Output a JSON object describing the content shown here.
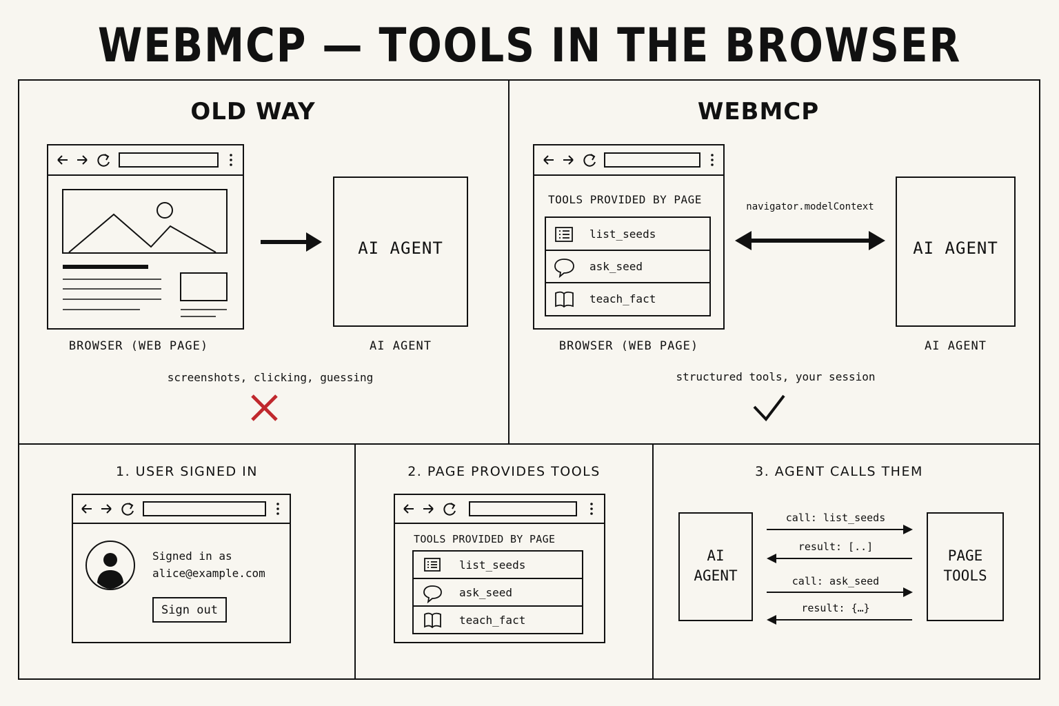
{
  "title": "WEBMCP — TOOLS IN THE BROWSER",
  "old_way": {
    "heading": "OLD WAY",
    "agent_box_label": "AI AGENT",
    "browser_caption": "BROWSER (WEB PAGE)",
    "agent_caption": "AI AGENT",
    "note": "screenshots, clicking, guessing",
    "verdict_icon": "cross-icon",
    "verdict_color": "#c0282d"
  },
  "webmcp": {
    "heading": "WEBMCP",
    "tools_heading": "TOOLS PROVIDED BY PAGE",
    "tools": [
      {
        "icon": "list-icon",
        "label": "list_seeds"
      },
      {
        "icon": "speech-bubble-icon",
        "label": "ask_seed"
      },
      {
        "icon": "book-icon",
        "label": "teach_fact"
      }
    ],
    "arrow_label": "navigator.modelContext",
    "agent_box_label": "AI AGENT",
    "browser_caption": "BROWSER (WEB PAGE)",
    "agent_caption": "AI AGENT",
    "note": "structured tools, your session",
    "verdict_icon": "checkmark-icon"
  },
  "step1": {
    "heading": "1. USER SIGNED IN",
    "signed_in_line1": "Signed in as",
    "signed_in_line2": "alice@example.com",
    "sign_out": "Sign out"
  },
  "step2": {
    "heading": "2. PAGE PROVIDES TOOLS",
    "tools_heading": "TOOLS PROVIDED BY PAGE",
    "tools": [
      {
        "icon": "list-icon",
        "label": "list_seeds"
      },
      {
        "icon": "speech-bubble-icon",
        "label": "ask_seed"
      },
      {
        "icon": "book-icon",
        "label": "teach_fact"
      }
    ]
  },
  "step3": {
    "heading": "3. AGENT CALLS THEM",
    "agent_line1": "AI",
    "agent_line2": "AGENT",
    "tools_line1": "PAGE",
    "tools_line2": "TOOLS",
    "messages": [
      {
        "label": "call: list_seeds",
        "direction": "right"
      },
      {
        "label": "result: [..]",
        "direction": "left"
      },
      {
        "label": "call: ask_seed",
        "direction": "right"
      },
      {
        "label": "result: {…}",
        "direction": "left"
      }
    ]
  }
}
